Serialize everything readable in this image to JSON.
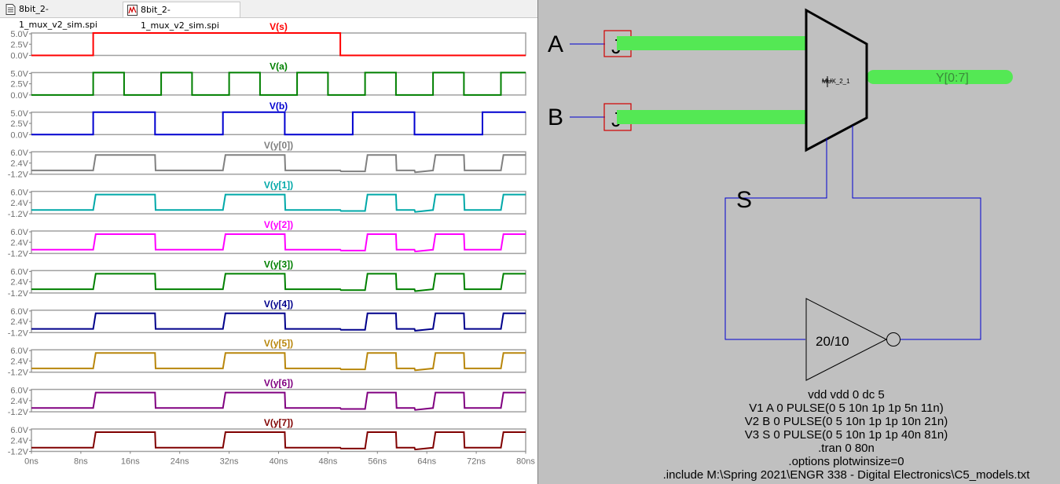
{
  "tabs": [
    {
      "label": "8bit_2-1_mux_v2_sim.spi",
      "icon": "netlist-document-icon"
    },
    {
      "label": "8bit_2-1_mux_v2_sim.spi",
      "icon": "waveform-plot-icon",
      "active": true
    }
  ],
  "chart_data": {
    "type": "line",
    "x_unit": "ns",
    "xlim": [
      0,
      80
    ],
    "x_ticks": [
      "0ns",
      "8ns",
      "16ns",
      "24ns",
      "32ns",
      "40ns",
      "48ns",
      "56ns",
      "64ns",
      "72ns",
      "80ns"
    ],
    "series": [
      {
        "name": "V(s)",
        "color": "#ff0000",
        "ylim": [
          0,
          5
        ],
        "yticks": [
          "5.0V",
          "2.5V",
          "0.0V"
        ],
        "x": [
          0,
          10,
          10,
          50,
          50,
          80
        ],
        "y": [
          0,
          0,
          5,
          5,
          0,
          0
        ]
      },
      {
        "name": "V(a)",
        "color": "#008000",
        "ylim": [
          0,
          5
        ],
        "yticks": [
          "5.0V",
          "2.5V",
          "0.0V"
        ],
        "x": [
          0,
          10,
          10,
          15,
          15,
          21,
          21,
          26,
          26,
          32,
          32,
          37,
          37,
          43,
          43,
          48,
          48,
          54,
          54,
          59,
          59,
          65,
          65,
          70,
          70,
          76,
          76,
          80
        ],
        "y": [
          0,
          0,
          5,
          5,
          0,
          0,
          5,
          5,
          0,
          0,
          5,
          5,
          0,
          0,
          5,
          5,
          0,
          0,
          5,
          5,
          0,
          0,
          5,
          5,
          0,
          0,
          5,
          5
        ]
      },
      {
        "name": "V(b)",
        "color": "#0000d0",
        "ylim": [
          0,
          5
        ],
        "yticks": [
          "5.0V",
          "2.5V",
          "0.0V"
        ],
        "x": [
          0,
          10,
          10,
          20,
          20,
          31,
          31,
          41,
          41,
          52,
          52,
          62,
          62,
          73,
          73,
          80
        ],
        "y": [
          0,
          0,
          5,
          5,
          0,
          0,
          5,
          5,
          0,
          0,
          5,
          5,
          0,
          0,
          5,
          5
        ]
      },
      {
        "name": "V(y[0])",
        "color": "#808080",
        "ylim": [
          -1.2,
          6
        ],
        "yticks": [
          "6.0V",
          "2.4V",
          "-1.2V"
        ],
        "x": [
          0,
          10,
          10.4,
          20,
          20.1,
          31,
          31.4,
          41,
          41.1,
          50,
          50.1,
          54,
          54.4,
          59,
          59.1,
          62,
          62.1,
          65,
          65.4,
          70,
          70.1,
          76,
          76.4,
          80
        ],
        "y": [
          0,
          0,
          5,
          5,
          0,
          0,
          5,
          5,
          0,
          0,
          -0.3,
          -0.3,
          5,
          5,
          0,
          0,
          -0.6,
          0,
          5,
          5,
          0,
          0,
          5,
          5
        ]
      },
      {
        "name": "V(y[1])",
        "color": "#00a8a8",
        "ylim": [
          -1.2,
          6
        ],
        "yticks": [
          "6.0V",
          "2.4V",
          "-1.2V"
        ],
        "x": [
          0,
          10,
          10.4,
          20,
          20.1,
          31,
          31.4,
          41,
          41.1,
          50,
          50.1,
          54,
          54.4,
          59,
          59.1,
          62,
          62.1,
          65,
          65.4,
          70,
          70.1,
          76,
          76.4,
          80
        ],
        "y": [
          0,
          0,
          5,
          5,
          0,
          0,
          5,
          5,
          0,
          0,
          -0.3,
          -0.3,
          5,
          5,
          0,
          0,
          -0.6,
          0,
          5,
          5,
          0,
          0,
          5,
          5
        ]
      },
      {
        "name": "V(y[2])",
        "color": "#ff00ff",
        "ylim": [
          -1.2,
          6
        ],
        "yticks": [
          "6.0V",
          "2.4V",
          "-1.2V"
        ],
        "x": [
          0,
          10,
          10.4,
          20,
          20.1,
          31,
          31.4,
          41,
          41.1,
          50,
          50.1,
          54,
          54.4,
          59,
          59.1,
          62,
          62.1,
          65,
          65.4,
          70,
          70.1,
          76,
          76.4,
          80
        ],
        "y": [
          0,
          0,
          5,
          5,
          0,
          0,
          5,
          5,
          0,
          0,
          -0.3,
          -0.3,
          5,
          5,
          0,
          0,
          -0.6,
          0,
          5,
          5,
          0,
          0,
          5,
          5
        ]
      },
      {
        "name": "V(y[3])",
        "color": "#008000",
        "ylim": [
          -1.2,
          6
        ],
        "yticks": [
          "6.0V",
          "2.4V",
          "-1.2V"
        ],
        "x": [
          0,
          10,
          10.4,
          20,
          20.1,
          31,
          31.4,
          41,
          41.1,
          50,
          50.1,
          54,
          54.4,
          59,
          59.1,
          62,
          62.1,
          65,
          65.4,
          70,
          70.1,
          76,
          76.4,
          80
        ],
        "y": [
          0,
          0,
          5,
          5,
          0,
          0,
          5,
          5,
          0,
          0,
          -0.3,
          -0.3,
          5,
          5,
          0,
          0,
          -0.6,
          0,
          5,
          5,
          0,
          0,
          5,
          5
        ]
      },
      {
        "name": "V(y[4])",
        "color": "#00008b",
        "ylim": [
          -1.2,
          6
        ],
        "yticks": [
          "6.0V",
          "2.4V",
          "-1.2V"
        ],
        "x": [
          0,
          10,
          10.4,
          20,
          20.1,
          31,
          31.4,
          41,
          41.1,
          50,
          50.1,
          54,
          54.4,
          59,
          59.1,
          62,
          62.1,
          65,
          65.4,
          70,
          70.1,
          76,
          76.4,
          80
        ],
        "y": [
          0,
          0,
          5,
          5,
          0,
          0,
          5,
          5,
          0,
          0,
          -0.3,
          -0.3,
          5,
          5,
          0,
          0,
          -0.6,
          0,
          5,
          5,
          0,
          0,
          5,
          5
        ]
      },
      {
        "name": "V(y[5])",
        "color": "#b8860b",
        "ylim": [
          -1.2,
          6
        ],
        "yticks": [
          "6.0V",
          "2.4V",
          "-1.2V"
        ],
        "x": [
          0,
          10,
          10.4,
          20,
          20.1,
          31,
          31.4,
          41,
          41.1,
          50,
          50.1,
          54,
          54.4,
          59,
          59.1,
          62,
          62.1,
          65,
          65.4,
          70,
          70.1,
          76,
          76.4,
          80
        ],
        "y": [
          0,
          0,
          5,
          5,
          0,
          0,
          5,
          5,
          0,
          0,
          -0.3,
          -0.3,
          5,
          5,
          0,
          0,
          -0.6,
          0,
          5,
          5,
          0,
          0,
          5,
          5
        ]
      },
      {
        "name": "V(y[6])",
        "color": "#800080",
        "ylim": [
          -1.2,
          6
        ],
        "yticks": [
          "6.0V",
          "2.4V",
          "-1.2V"
        ],
        "x": [
          0,
          10,
          10.4,
          20,
          20.1,
          31,
          31.4,
          41,
          41.1,
          50,
          50.1,
          54,
          54.4,
          59,
          59.1,
          62,
          62.1,
          65,
          65.4,
          70,
          70.1,
          76,
          76.4,
          80
        ],
        "y": [
          0,
          0,
          5,
          5,
          0,
          0,
          5,
          5,
          0,
          0,
          -0.3,
          -0.3,
          5,
          5,
          0,
          0,
          -0.6,
          0,
          5,
          5,
          0,
          0,
          5,
          5
        ]
      },
      {
        "name": "V(y[7])",
        "color": "#800000",
        "ylim": [
          -1.2,
          6
        ],
        "yticks": [
          "6.0V",
          "2.4V",
          "-1.2V"
        ],
        "x": [
          0,
          10,
          10.4,
          20,
          20.1,
          31,
          31.4,
          41,
          41.1,
          50,
          50.1,
          54,
          54.4,
          59,
          59.1,
          62,
          62.1,
          65,
          65.4,
          70,
          70.1,
          76,
          76.4,
          80
        ],
        "y": [
          0,
          0,
          5,
          5,
          0,
          0,
          5,
          5,
          0,
          0,
          -0.3,
          -0.3,
          5,
          5,
          0,
          0,
          -0.6,
          0,
          5,
          5,
          0,
          0,
          5,
          5
        ]
      }
    ]
  },
  "schematic": {
    "label_a": "A",
    "label_b": "B",
    "label_s": "S",
    "jack_label": "J",
    "mux_label": "MUX_2_1",
    "output_label": "Y[0:7]",
    "inverter_label": "20/10",
    "bus_color": "#54e854",
    "wire_color": "#0000d0",
    "netlist": [
      "vdd vdd 0 dc 5",
      "V1 A 0 PULSE(0 5 10n 1p 1p 5n 11n)",
      "V2 B 0 PULSE(0 5 10n 1p 1p 10n 21n)",
      "V3 S 0 PULSE(0 5 10n 1p 1p 40n 81n)",
      ".tran 0 80n",
      ".options plotwinsize=0",
      ".include M:\\Spring 2021\\ENGR 338 - Digital Electronics\\C5_models.txt"
    ]
  }
}
